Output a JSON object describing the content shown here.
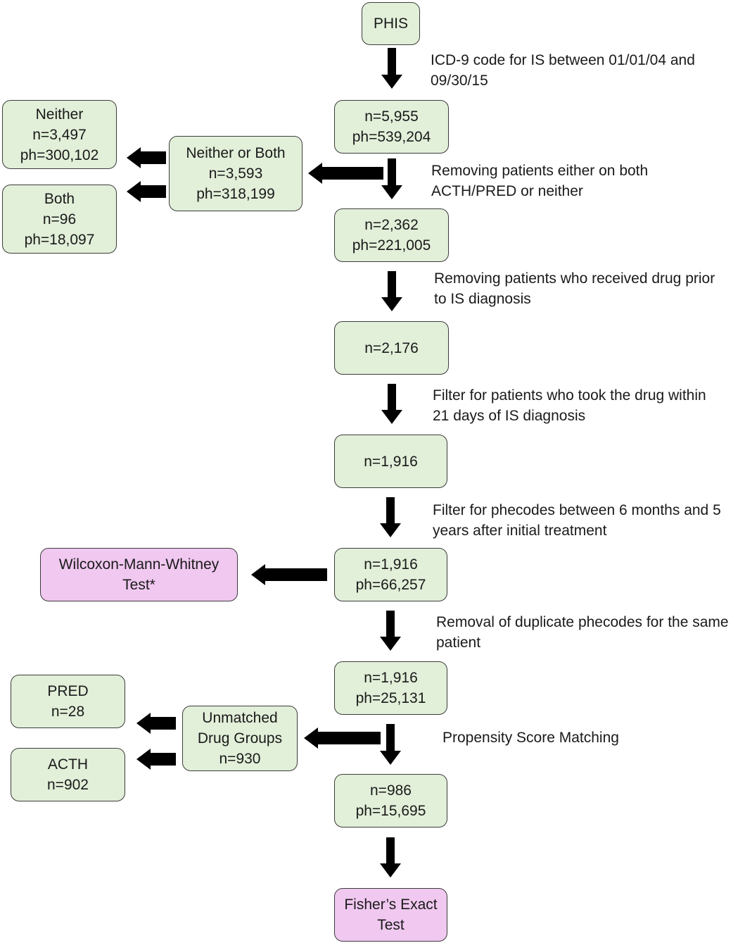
{
  "nodes": {
    "phis": [
      "PHIS"
    ],
    "icd": [
      "n=5,955",
      "ph=539,204"
    ],
    "neither_both": [
      "Neither or Both",
      "n=3,593",
      "ph=318,199"
    ],
    "neither": [
      "Neither",
      "n=3,497",
      "ph=300,102"
    ],
    "both": [
      "Both",
      "n=96",
      "ph=18,097"
    ],
    "after_removal": [
      "n=2,362",
      "ph=221,005"
    ],
    "after_prior": [
      "n=2,176"
    ],
    "after_21days": [
      "n=1,916"
    ],
    "after_phecode_window": [
      "n=1,916",
      "ph=66,257"
    ],
    "wilcoxon": [
      "Wilcoxon-Mann-Whitney",
      "Test*"
    ],
    "after_dedup": [
      "n=1,916",
      "ph=25,131"
    ],
    "unmatched": [
      "Unmatched",
      "Drug Groups",
      "n=930"
    ],
    "pred": [
      "PRED",
      "n=28"
    ],
    "acth": [
      "ACTH",
      "n=902"
    ],
    "matched": [
      "n=986",
      "ph=15,695"
    ],
    "fisher": [
      "Fisher’s Exact",
      "Test"
    ]
  },
  "steps": {
    "icd_filter": [
      "ICD-9 code for IS between 01/01/04 and",
      "09/30/15"
    ],
    "remove_both_neither": [
      "Removing patients either on both",
      "ACTH/PRED or neither"
    ],
    "remove_prior": [
      "Removing patients who received drug prior",
      "to IS diagnosis"
    ],
    "filter_21days": [
      "Filter for patients who took the drug within",
      "21 days of IS diagnosis"
    ],
    "filter_phecodes": [
      "Filter for phecodes between 6 months and 5",
      "years after initial treatment"
    ],
    "remove_duplicates": [
      "Removal of duplicate phecodes for the same",
      "patient"
    ],
    "psm": [
      "Propensity Score Matching"
    ]
  },
  "colors": {
    "green_box": "#e2efd9",
    "pink_box": "#f0c8f0",
    "border": "#3c3c3c",
    "arrow": "#000000"
  }
}
